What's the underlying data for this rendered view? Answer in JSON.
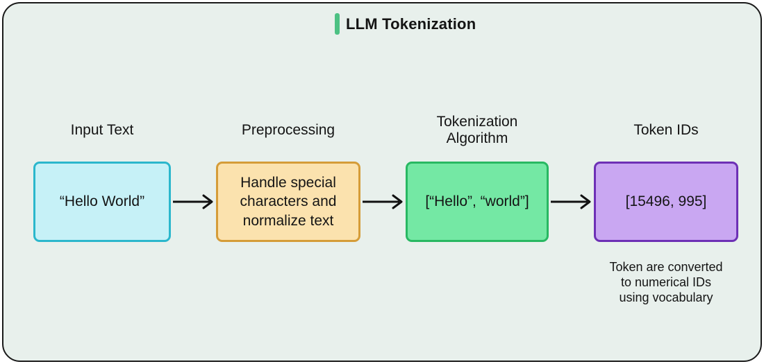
{
  "page": {
    "title": "LLM Tokenization",
    "accent_bar_color": "#4cc183",
    "canvas_bg": "#e8f0ec",
    "canvas_border": "#1a1a1a",
    "text_color": "#141414",
    "arrow_color": "#111111"
  },
  "flow": {
    "steps": [
      {
        "label": "Input Text",
        "content": "“Hello World”",
        "fill": "#c6f1f7",
        "border": "#2bb7cc"
      },
      {
        "label": "Preprocessing",
        "content": "Handle special characters and normalize text",
        "fill": "#fbe2ae",
        "border": "#d59c38"
      },
      {
        "label": "Tokenization Algorithm",
        "content": "[“Hello”, “world”]",
        "fill": "#74e8a4",
        "border": "#28b862"
      },
      {
        "label": "Token IDs",
        "content": "[15496, 995]",
        "fill": "#c9a7f2",
        "border": "#6d30b5",
        "note": "Token are converted to numerical IDs using vocabulary"
      }
    ]
  }
}
